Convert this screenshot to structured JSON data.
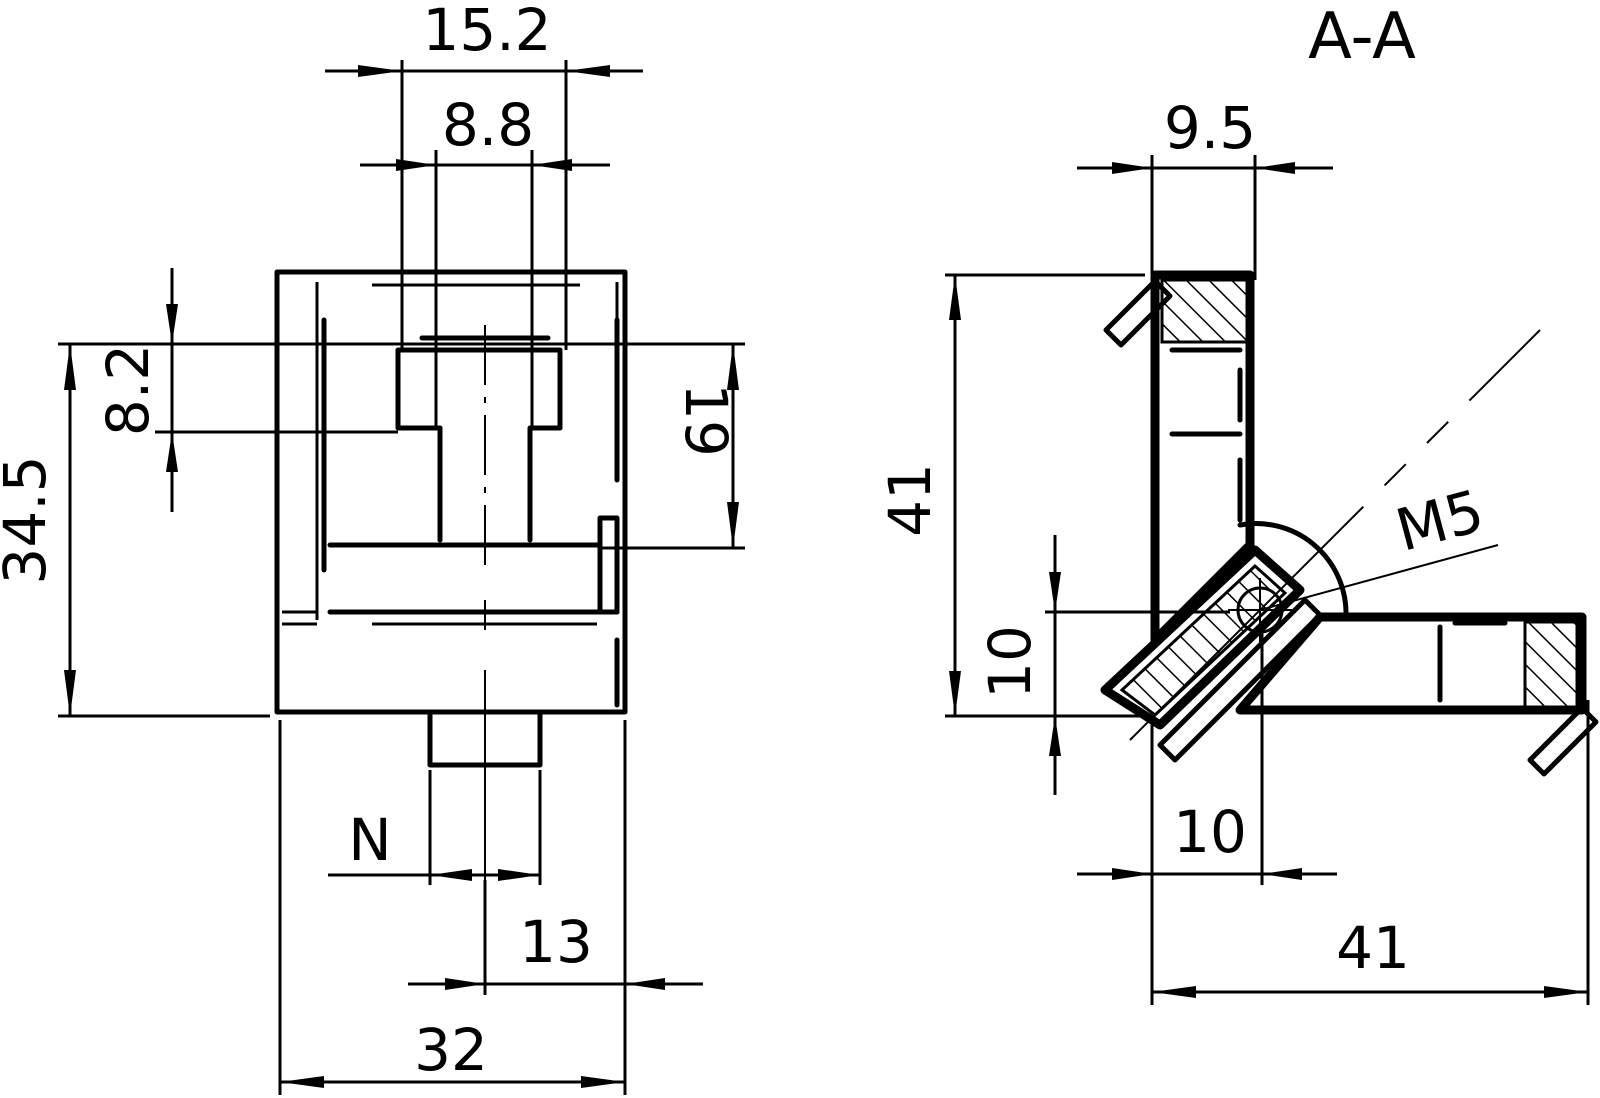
{
  "front_view": {
    "width_top_outer": "15.2",
    "width_top_inner": "8.8",
    "slot_height": "8.2",
    "height_total": "34.5",
    "height_window": "19",
    "nut_label": "N",
    "offset": "13",
    "width_total": "32"
  },
  "section_view": {
    "title": "A-A",
    "wall_width": "9.5",
    "height": "41",
    "thread": "M5",
    "hole_height": "10",
    "hole_width": "10",
    "length": "41"
  }
}
